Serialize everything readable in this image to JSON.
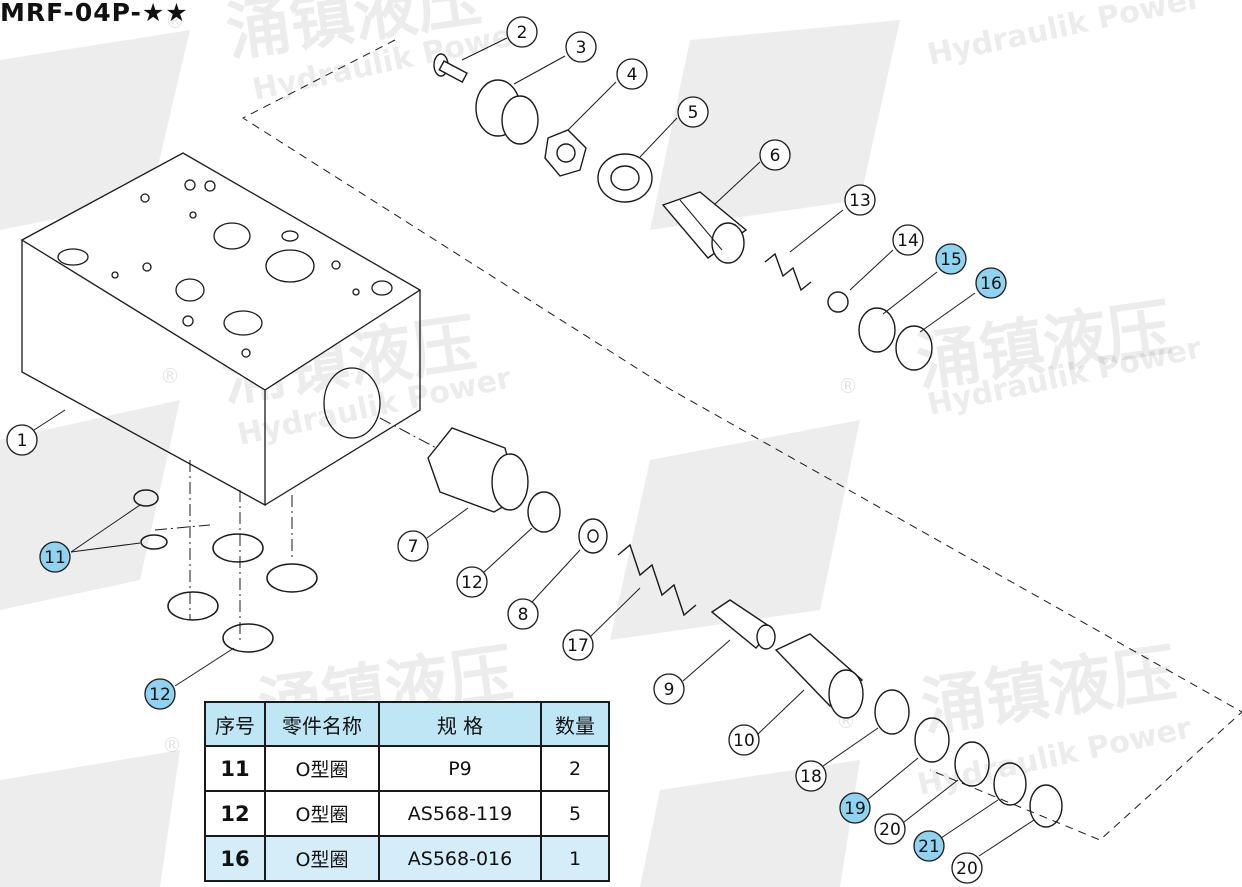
{
  "title": "MRF-04P-★★",
  "watermark": {
    "brand_cn": "涌镇液压",
    "brand_en": "Hydraulik Power",
    "registered_mark": "®"
  },
  "colors": {
    "line": "#1a1a1a",
    "highlight_fill": "#8fd3f0",
    "table_header_bg": "#bfe6f5",
    "table_highlight_row_bg": "#d5edf8"
  },
  "callouts": [
    {
      "number": "1",
      "highlighted": false
    },
    {
      "number": "2",
      "highlighted": false
    },
    {
      "number": "3",
      "highlighted": false
    },
    {
      "number": "4",
      "highlighted": false
    },
    {
      "number": "5",
      "highlighted": false
    },
    {
      "number": "6",
      "highlighted": false
    },
    {
      "number": "13",
      "highlighted": false
    },
    {
      "number": "14",
      "highlighted": false
    },
    {
      "number": "15",
      "highlighted": true
    },
    {
      "number": "16",
      "highlighted": true
    },
    {
      "number": "11",
      "highlighted": true
    },
    {
      "number": "12",
      "highlighted": true
    },
    {
      "number": "7",
      "highlighted": false
    },
    {
      "number": "12",
      "highlighted": false
    },
    {
      "number": "8",
      "highlighted": false
    },
    {
      "number": "17",
      "highlighted": false
    },
    {
      "number": "9",
      "highlighted": false
    },
    {
      "number": "10",
      "highlighted": false
    },
    {
      "number": "18",
      "highlighted": false
    },
    {
      "number": "19",
      "highlighted": true
    },
    {
      "number": "20",
      "highlighted": false
    },
    {
      "number": "21",
      "highlighted": true
    },
    {
      "number": "20",
      "highlighted": false
    }
  ],
  "parts_table": {
    "headers": [
      "序号",
      "零件名称",
      "规 格",
      "数量"
    ],
    "rows": [
      {
        "no": "11",
        "name": "O型圈",
        "spec": "P9",
        "qty": "2",
        "highlighted": false
      },
      {
        "no": "12",
        "name": "O型圈",
        "spec": "AS568-119",
        "qty": "5",
        "highlighted": false
      },
      {
        "no": "16",
        "name": "O型圈",
        "spec": "AS568-016",
        "qty": "1",
        "highlighted": true
      }
    ]
  }
}
